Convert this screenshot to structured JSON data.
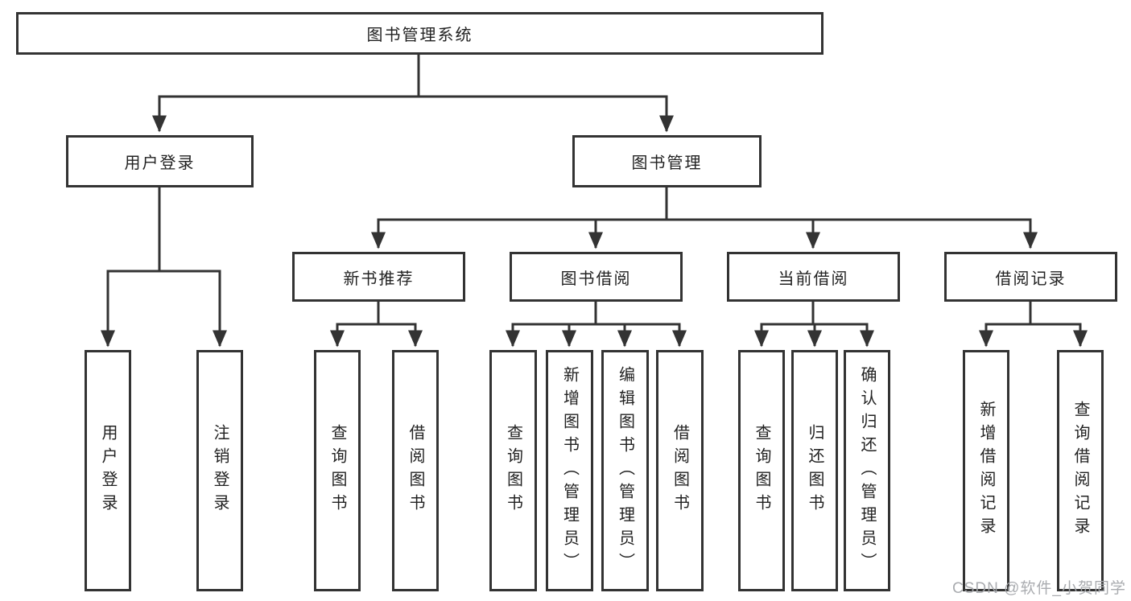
{
  "diagram": {
    "title": "图书管理系统",
    "user_branch": {
      "label": "用户登录",
      "children": [
        "用户登录",
        "注销登录"
      ]
    },
    "mgmt_branch": {
      "label": "图书管理",
      "groups": [
        {
          "label": "新书推荐",
          "children": [
            "查询图书",
            "借阅图书"
          ]
        },
        {
          "label": "图书借阅",
          "children": [
            "查询图书",
            "新增图书（管理员）",
            "编辑图书（管理员）",
            "借阅图书"
          ]
        },
        {
          "label": "当前借阅",
          "children": [
            "查询图书",
            "归还图书",
            "确认归还（管理员）"
          ]
        },
        {
          "label": "借阅记录",
          "children": [
            "新增借阅记录",
            "查询借阅记录"
          ]
        }
      ]
    }
  },
  "watermark": "CSDN @软件_小贺同学",
  "colors": {
    "line": "#333333",
    "text": "#222222",
    "background": "#ffffff",
    "watermark": "#a5a8ac"
  }
}
